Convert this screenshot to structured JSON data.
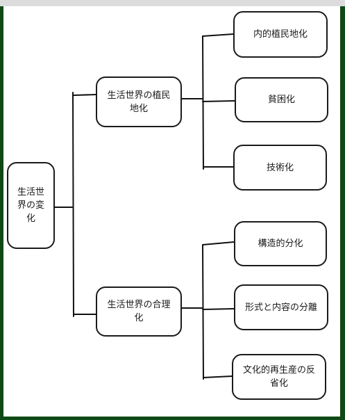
{
  "diagram": {
    "root": {
      "label": "生活世界の変化"
    },
    "branches": [
      {
        "label": "生活世界の植民地化",
        "children": [
          {
            "label": "内的植民地化"
          },
          {
            "label": "貧困化"
          },
          {
            "label": "技術化"
          }
        ]
      },
      {
        "label": "生活世界の合理化",
        "children": [
          {
            "label": "構造的分化"
          },
          {
            "label": "形式と内容の分離"
          },
          {
            "label": "文化的再生産の反省化"
          }
        ]
      }
    ],
    "colors": {
      "frame": "#0f4a16",
      "topbar": "#dcdcdc",
      "canvas": "#ffffff",
      "ink": "#1a1a1a"
    }
  }
}
